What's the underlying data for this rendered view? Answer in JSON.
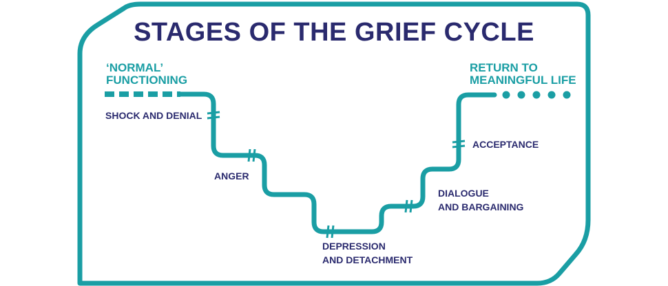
{
  "title": "STAGES OF THE GRIEF CYCLE",
  "start_label": [
    "‘NORMAL’",
    "FUNCTIONING"
  ],
  "end_label": [
    "RETURN TO",
    "MEANINGFUL LIFE"
  ],
  "stages": [
    {
      "label": [
        "SHOCK AND DENIAL"
      ]
    },
    {
      "label": [
        "ANGER"
      ]
    },
    {
      "label": [
        "DEPRESSION",
        "AND DETACHMENT"
      ]
    },
    {
      "label": [
        "DIALOGUE",
        "AND BARGAINING"
      ]
    },
    {
      "label": [
        "ACCEPTANCE"
      ]
    }
  ],
  "colors": {
    "teal": "#1a9ea4",
    "navy": "#2a2a6e"
  }
}
